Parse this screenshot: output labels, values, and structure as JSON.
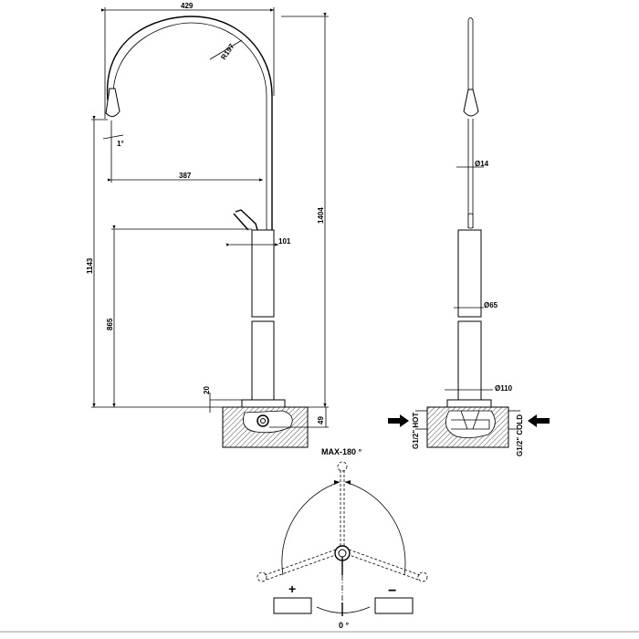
{
  "side_view": {
    "dim_width": "429",
    "dim_radius": "R197",
    "dim_angle": "1°",
    "dim_reach": "387",
    "dim_total_height": "1404",
    "dim_spout_height": "1143",
    "dim_body_height": "865",
    "dim_handle": "101",
    "dim_base_plate": "20",
    "dim_depth": "49"
  },
  "front_view": {
    "dim_pipe": "Ø14",
    "dim_body": "Ø65",
    "dim_base": "Ø110",
    "inlet_hot": "G1/2\" HOT",
    "inlet_cold": "G1/2\" COLD"
  },
  "rotation_view": {
    "max_label": "MAX-180 °",
    "zero_label": "0 °",
    "hot_sign": "+",
    "cold_sign": "−"
  }
}
